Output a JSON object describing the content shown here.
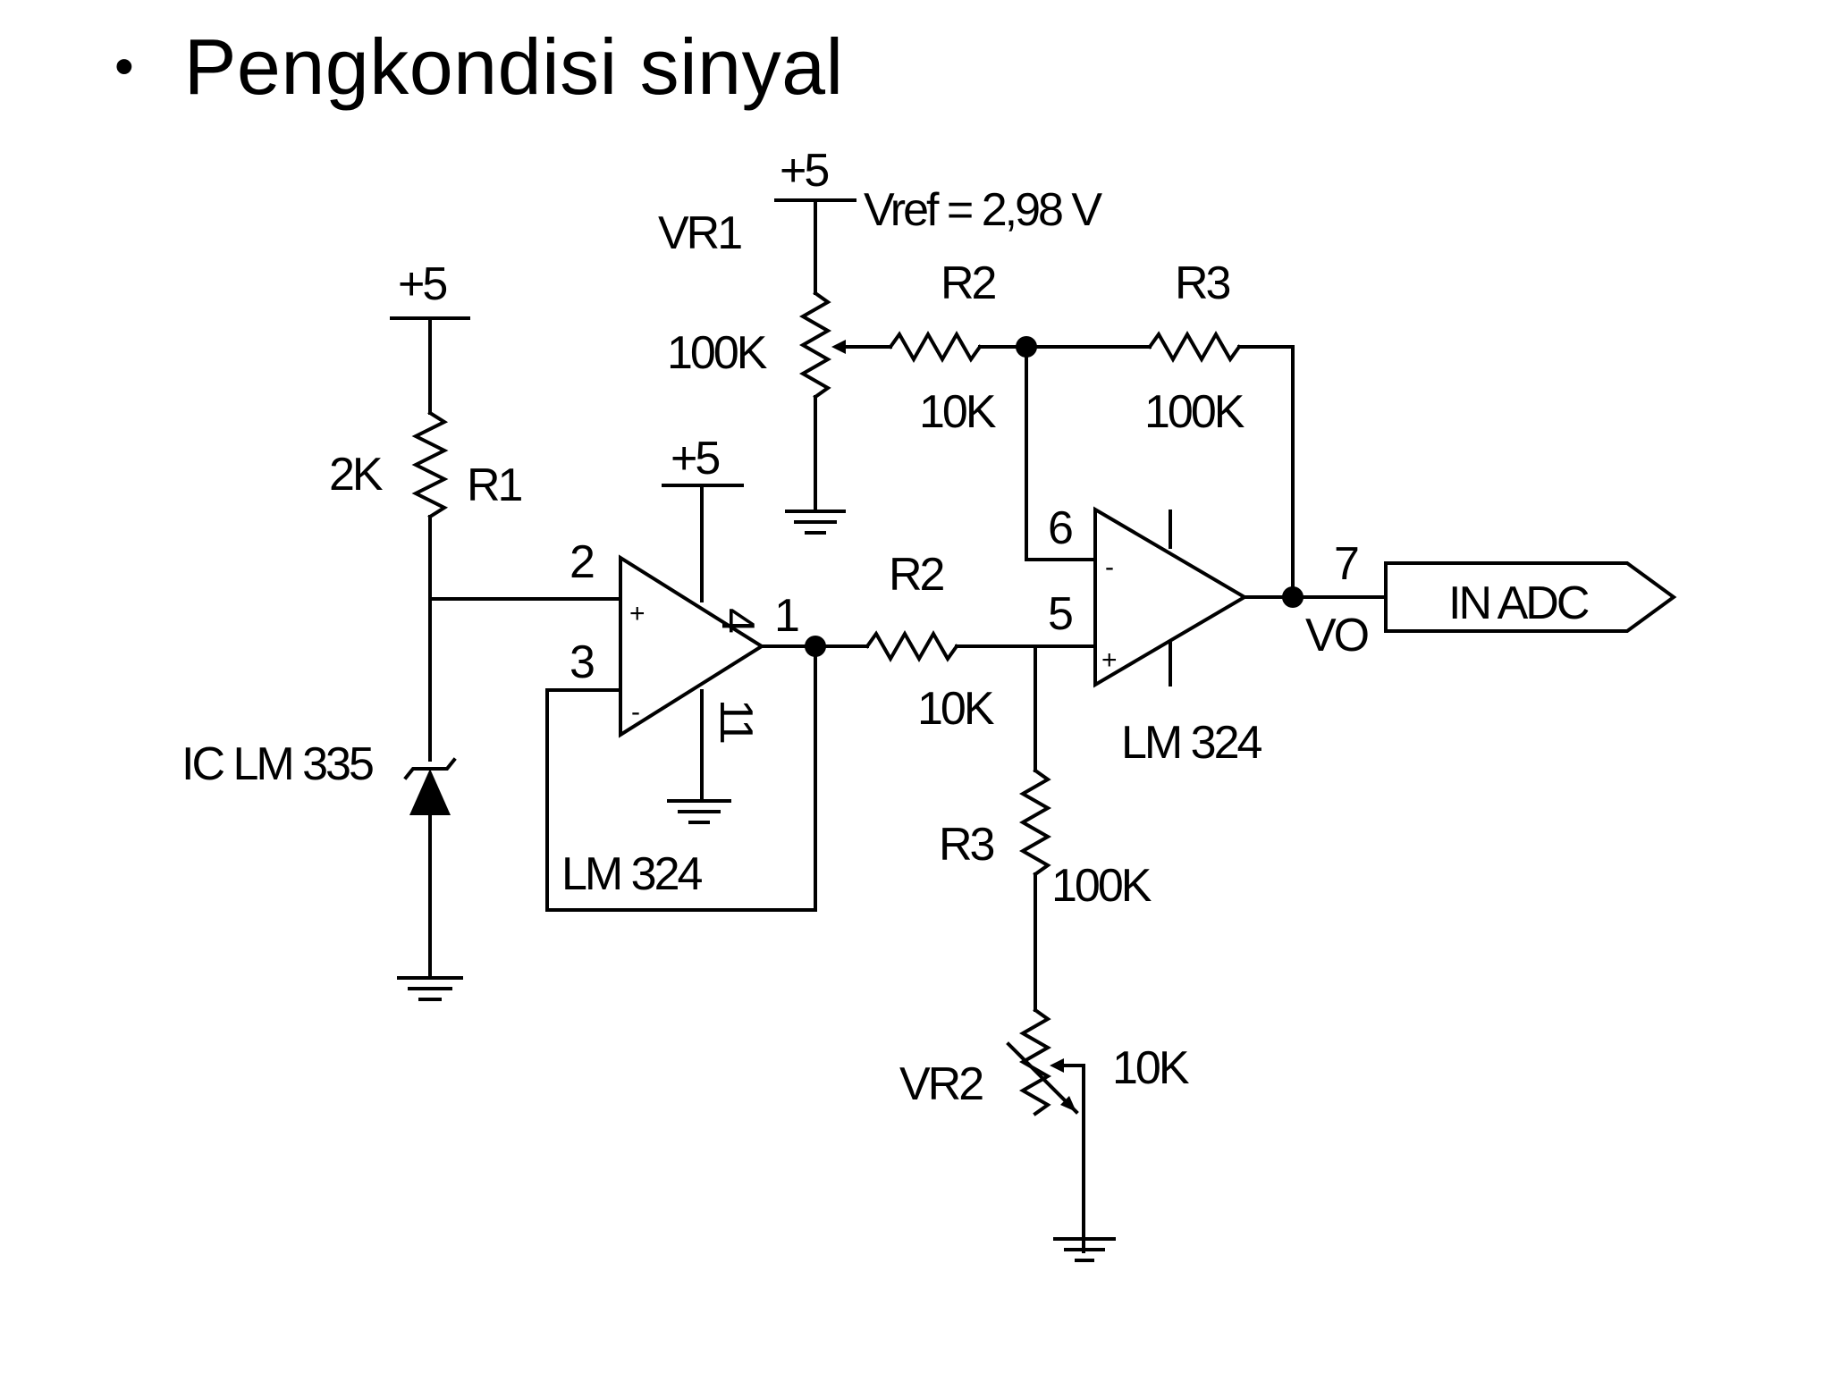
{
  "slide": {
    "bullet": "•",
    "title": "Pengkondisi sinyal"
  },
  "labels": {
    "vcc": "+5",
    "vref": "Vref = 2,98 V",
    "vr1": "VR1",
    "vr1_value": "100K",
    "r2": "R2",
    "r3": "R3",
    "r1": "R1",
    "r1_value": "2K",
    "val_10k": "10K",
    "val_100k": "100K",
    "ic_sensor": "IC LM 335",
    "opamp": "LM 324",
    "pin1": "1",
    "pin2": "2",
    "pin3": "3",
    "pin4": "4",
    "pin5": "5",
    "pin6": "6",
    "pin7": "7",
    "pin11": "11",
    "plus": "+",
    "minus": "-",
    "vo": "VO",
    "output": "IN ADC",
    "vr2": "VR2",
    "vr2_value": "10K"
  }
}
